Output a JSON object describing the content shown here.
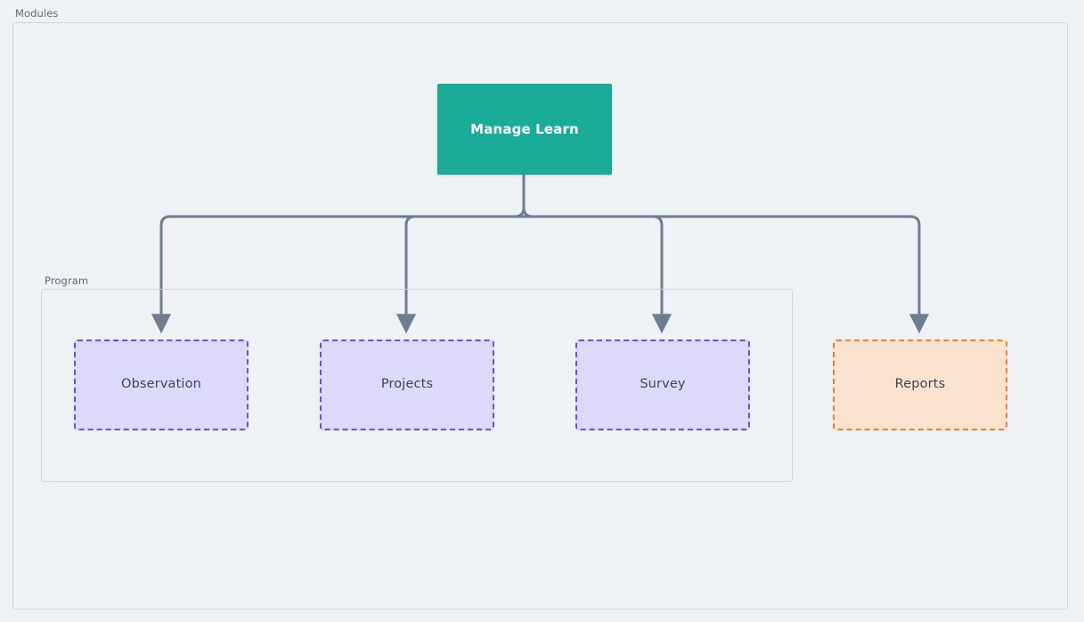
{
  "diagram": {
    "title_label": "Modules",
    "background_color": "#eef2f5",
    "groups": [
      {
        "id": "modules",
        "label": "Modules",
        "border_color": "#ccd6e0"
      },
      {
        "id": "program",
        "label": "Program",
        "border_color": "#ccd6e0"
      }
    ],
    "root_node": {
      "label": "Manage Learn",
      "fill_color": "#1aab99",
      "text_color": "#ffffff"
    },
    "leaf_nodes": [
      {
        "label": "Observation",
        "fill_color": "#ddd9fb",
        "border_color": "#6b4dee",
        "border_style": "dashed",
        "text_color": "#3d4655",
        "group": "Program"
      },
      {
        "label": "Projects",
        "fill_color": "#ddd9fb",
        "border_color": "#6b4dee",
        "border_style": "dashed",
        "text_color": "#3d4655",
        "group": "Program"
      },
      {
        "label": "Survey",
        "fill_color": "#ddd9fb",
        "border_color": "#6b4dee",
        "border_style": "dashed",
        "text_color": "#3d4655",
        "group": "Program"
      },
      {
        "label": "Reports",
        "fill_color": "#fbe2cf",
        "border_color": "#eb8333",
        "border_style": "dashed",
        "text_color": "#3d4655",
        "group": "Modules"
      }
    ],
    "connectors": {
      "stroke_color": "#6e7e90",
      "stroke_width": 3,
      "arrowhead": "triangle",
      "from": "Manage Learn",
      "to": [
        "Observation",
        "Projects",
        "Survey",
        "Reports"
      ]
    }
  }
}
